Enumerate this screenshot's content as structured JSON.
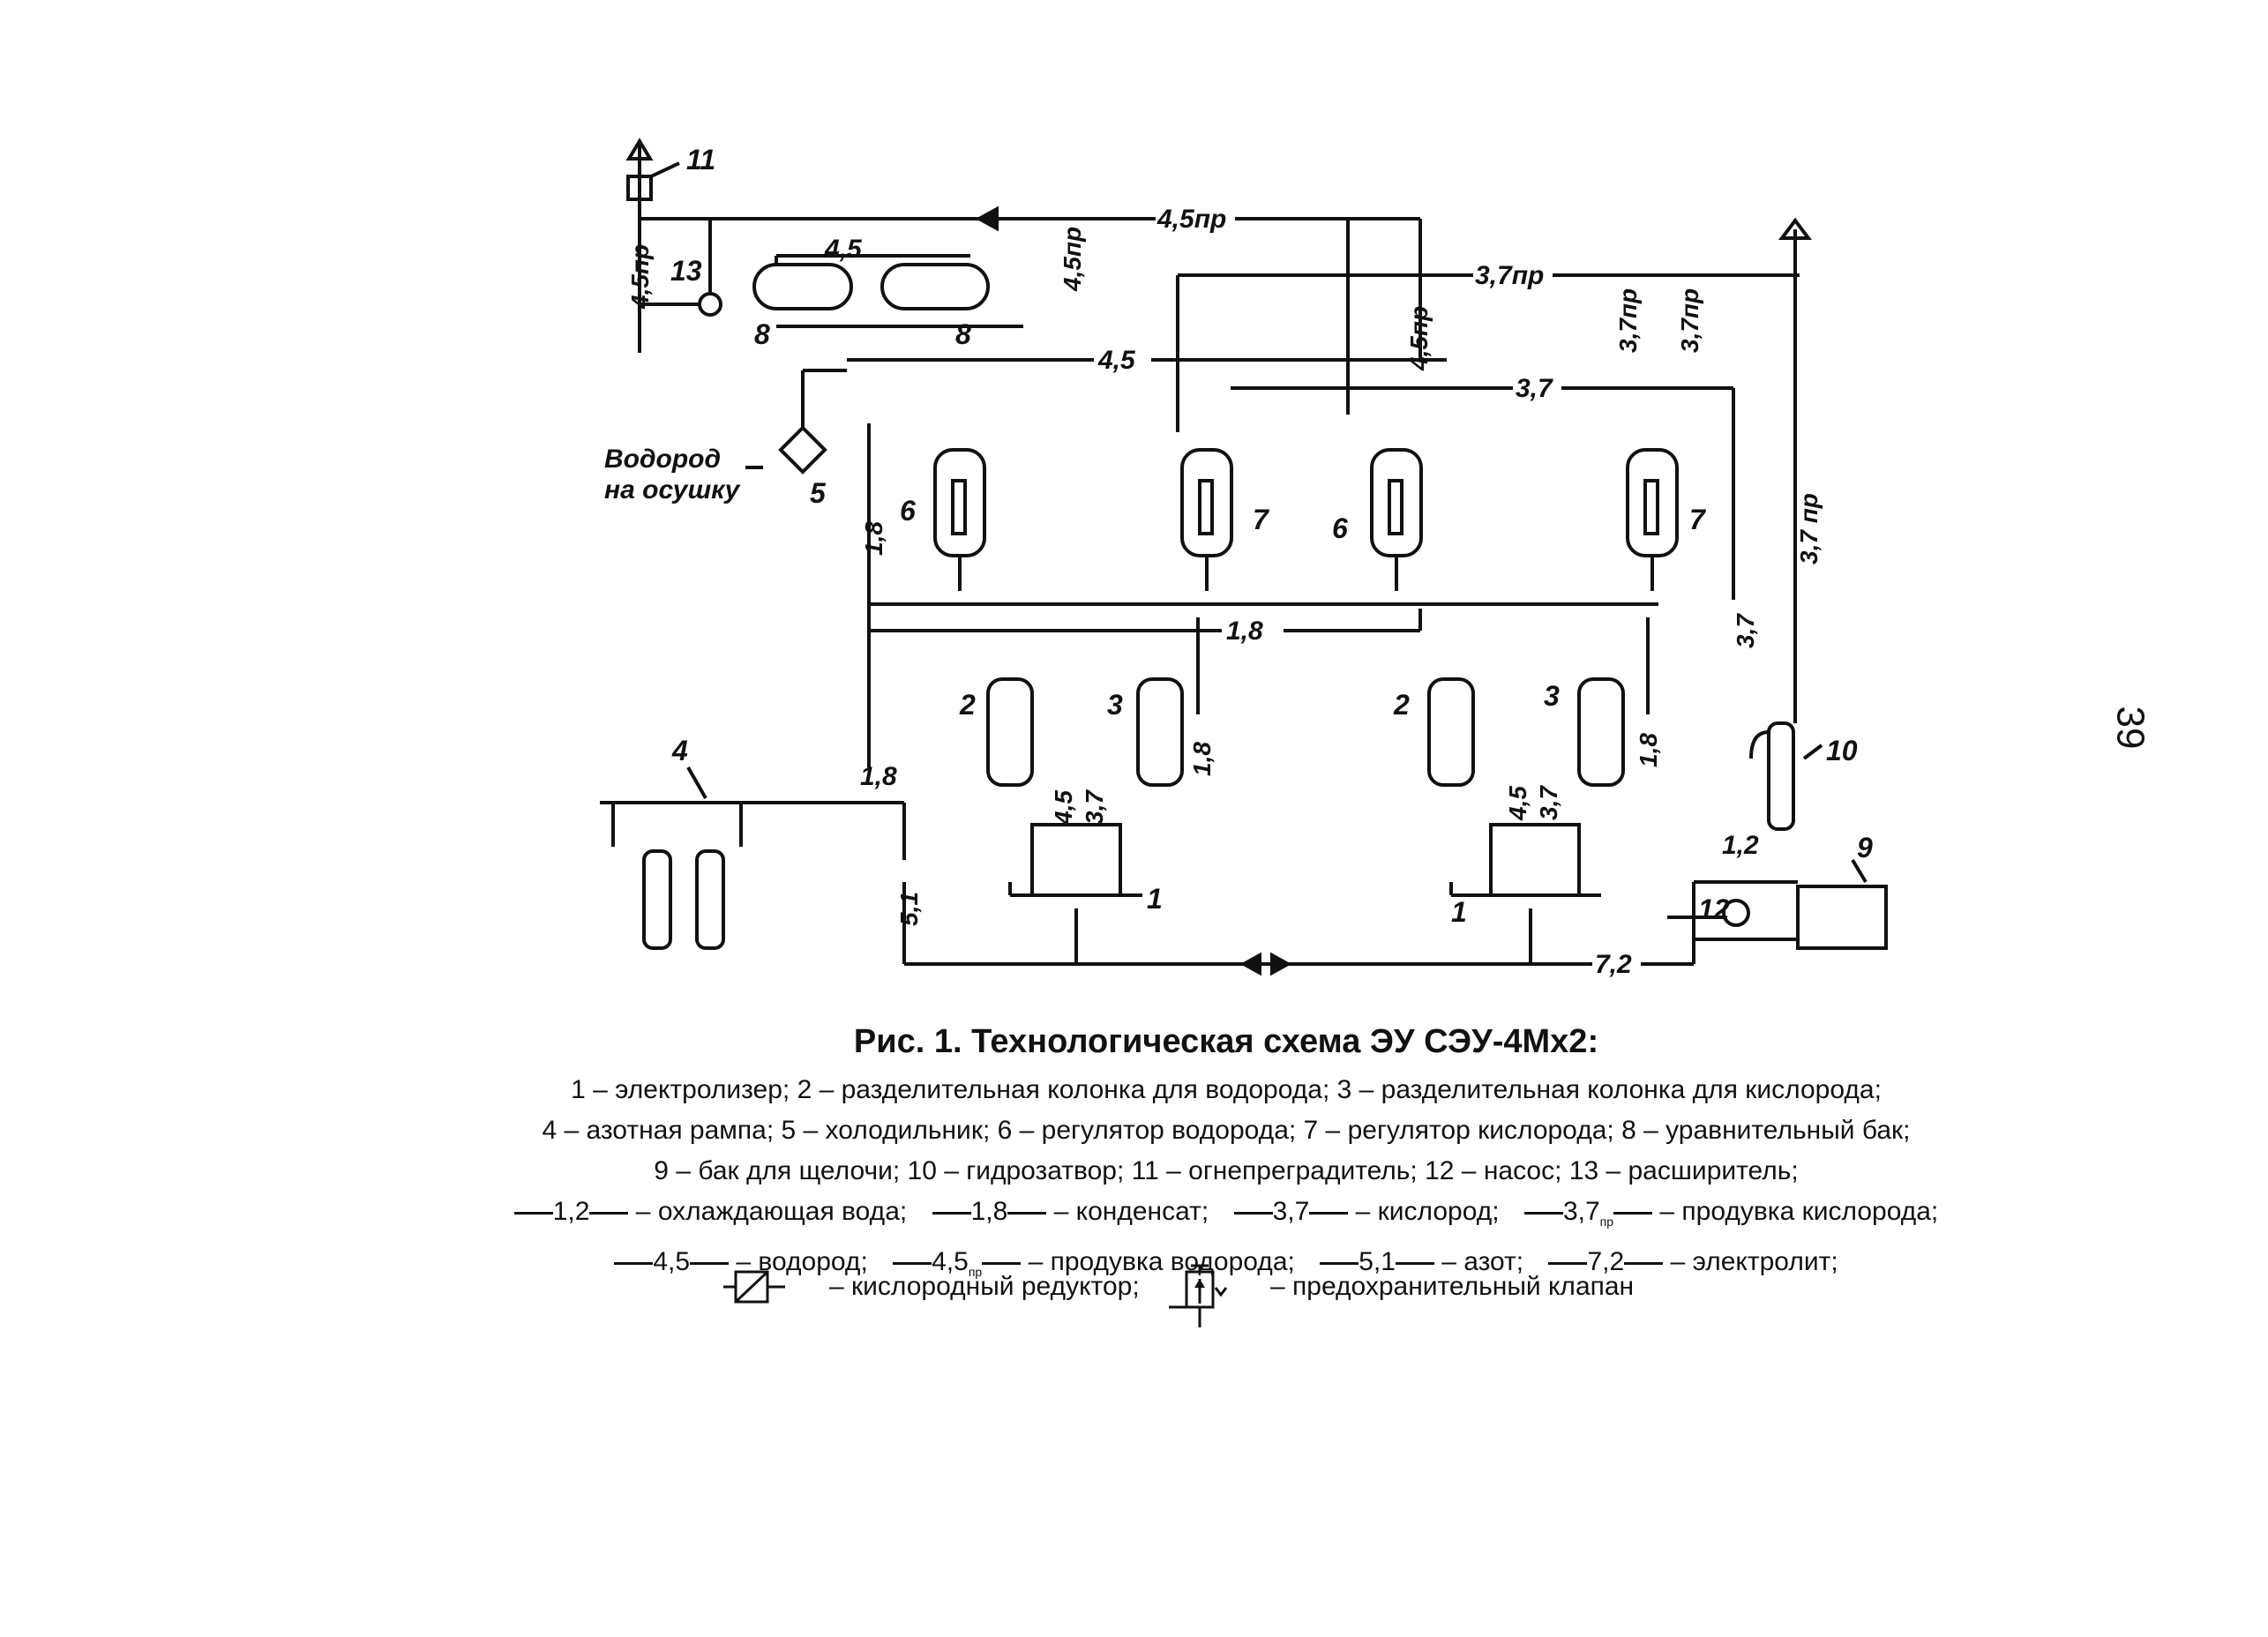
{
  "page_number": "39",
  "diagram": {
    "labels": {
      "hydrogen_dry": [
        "Водород",
        "на осушку"
      ],
      "flow_45pr": "4,5пр",
      "flow_37pr": "3,7пр",
      "flow_45": "4,5",
      "flow_37": "3,7",
      "flow_18": "1,8",
      "flow_51": "5,1",
      "flow_72": "7,2",
      "flow_12": "1,2",
      "flow_37pr_spaced": "3,7 пр"
    },
    "numbers": [
      "1",
      "2",
      "3",
      "4",
      "5",
      "6",
      "7",
      "8",
      "9",
      "10",
      "11",
      "12",
      "13"
    ]
  },
  "caption": {
    "title": "Рис. 1. Технологическая схема ЭУ СЭУ-4Мх2:",
    "lines": [
      "1 – электролизер; 2 – разделительная колонка для водорода; 3 – разделительная колонка для кислорода;",
      "4 – азотная рампа; 5 – холодильник; 6 – регулятор водорода; 7 – регулятор кислорода; 8 – уравнительный бак;",
      "9 – бак для щелочи; 10 – гидрозатвор; 11 – огнепреградитель; 12 – насос; 13 – расширитель;"
    ],
    "legend_row1": [
      {
        "code": "1,2",
        "sub": "",
        "desc": "– охлаждающая вода;"
      },
      {
        "code": "1,8",
        "sub": "",
        "desc": "– конденсат;"
      },
      {
        "code": "3,7",
        "sub": "",
        "desc": "– кислород;"
      },
      {
        "code": "3,7",
        "sub": "пр",
        "desc": "– продувка кислорода;"
      }
    ],
    "legend_row2": [
      {
        "code": "4,5",
        "sub": "",
        "desc": "– водород;"
      },
      {
        "code": "4,5",
        "sub": "пр",
        "desc": "– продувка водорода;"
      },
      {
        "code": "5,1",
        "sub": "",
        "desc": "– азот;"
      },
      {
        "code": "7,2",
        "sub": "",
        "desc": "– электролит;"
      }
    ],
    "symbols": {
      "reducer": "– кислородный редуктор;",
      "valve": "– предохранительный клапан"
    }
  }
}
